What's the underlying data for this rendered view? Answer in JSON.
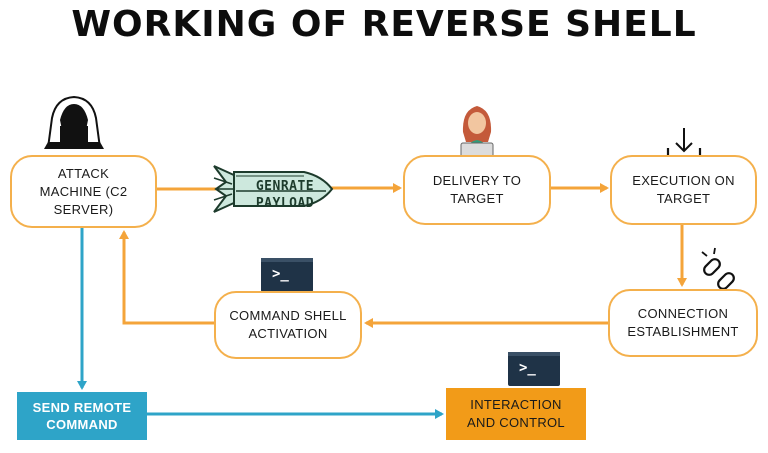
{
  "title": "WORKING OF REVERSE SHELL",
  "nodes": {
    "attack": [
      "ATTACK",
      "MACHINE (C2",
      "SERVER)"
    ],
    "payload": [
      "GENRATE",
      "PAYLOAD"
    ],
    "delivery": [
      "DELIVERY TO",
      "TARGET"
    ],
    "execution": [
      "EXECUTION ON",
      "TARGET"
    ],
    "connection": [
      "CONNECTION",
      "ESTABLISHMENT"
    ],
    "command_shell": [
      "COMMAND SHELL",
      "ACTIVATION"
    ],
    "send_remote": [
      "SEND REMOTE",
      "COMMAND"
    ],
    "interaction": [
      "INTERACTION",
      "AND CONTROL"
    ]
  },
  "terminal_prompt": ">_",
  "colors": {
    "orange": "#f4a43a",
    "blue": "#2ea4c8",
    "fill_orange": "#f29b18",
    "terminal": "#1f3347"
  },
  "icons": [
    "hacker-icon",
    "rocket-icon",
    "woman-laptop-icon",
    "download-icon",
    "broken-link-icon",
    "terminal-icon"
  ]
}
